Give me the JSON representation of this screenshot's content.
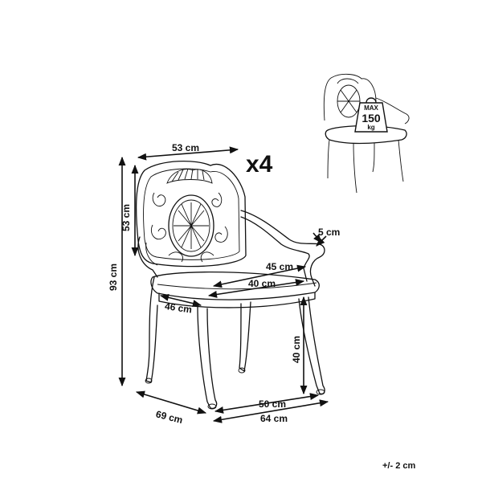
{
  "dimensions": {
    "top_width": "53 cm",
    "back_height": "53 cm",
    "total_height": "93 cm",
    "arm_width": "5 cm",
    "seat_width_outer": "45 cm",
    "seat_width_inner": "40 cm",
    "seat_depth": "46 cm",
    "seat_height": "40 cm",
    "base_width": "50 cm",
    "base_depth": "69 cm",
    "total_width": "64 cm"
  },
  "quantity": "x4",
  "max_load": {
    "label": "MAX",
    "value": "150",
    "unit": "kg"
  },
  "tolerance": "+/- 2 cm"
}
